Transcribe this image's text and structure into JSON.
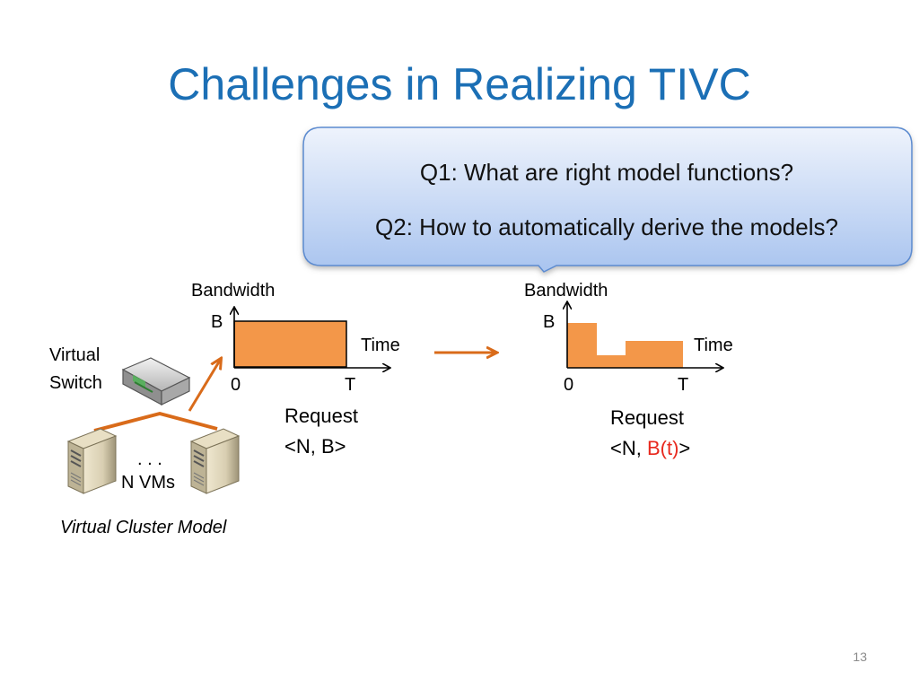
{
  "slide": {
    "title": "Challenges in Realizing TIVC",
    "page_number": "13"
  },
  "callout": {
    "q1": "Q1: What are right model functions?",
    "q2": "Q2: How to automatically derive the models?"
  },
  "cluster_model": {
    "switch_label_line1": "Virtual",
    "switch_label_line2": "Switch",
    "ellipsis": ". . .",
    "vms_label": "N VMs",
    "caption": "Virtual Cluster Model",
    "switch_icon": "network-switch-icon",
    "server_icon": "server-tower-icon"
  },
  "left_chart": {
    "y_axis_label": "Bandwidth",
    "x_axis_label": "Time",
    "y_tick": "B",
    "x_tick_start": "0",
    "x_tick_end": "T",
    "request_label": "Request",
    "request_value": "<N, B>",
    "fill_color": "#f39749"
  },
  "right_chart": {
    "y_axis_label": "Bandwidth",
    "x_axis_label": "Time",
    "y_tick": "B",
    "x_tick_start": "0",
    "x_tick_end": "T",
    "request_label": "Request",
    "request_prefix": "<N, ",
    "request_highlight": "B(t)",
    "request_suffix": ">",
    "highlight_color": "#e8281d",
    "fill_color": "#f39749"
  },
  "colors": {
    "title": "#1b6fb5",
    "arrow": "#d96b1a",
    "callout_border": "#5b8bd0"
  }
}
